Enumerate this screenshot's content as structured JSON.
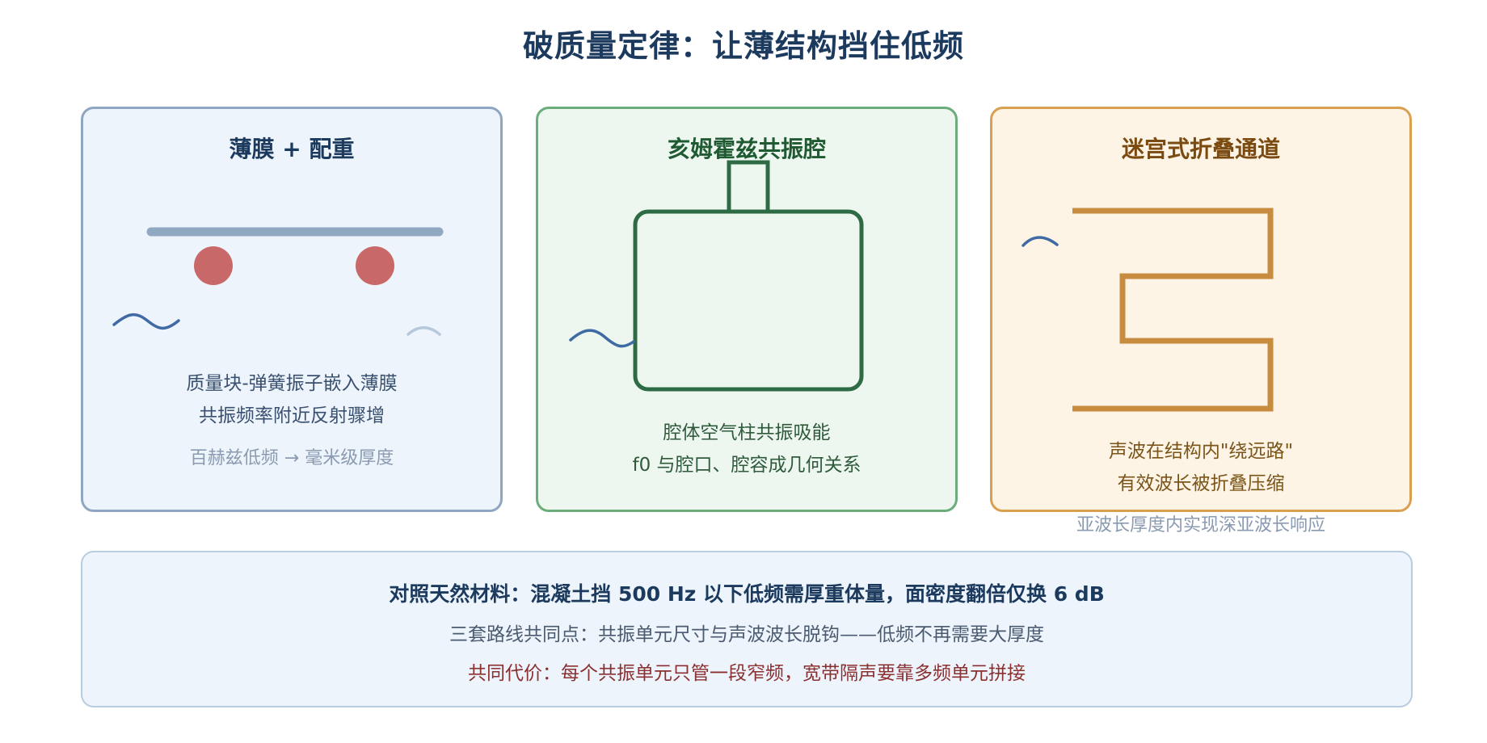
{
  "title": "破质量定律：让薄结构挡住低频",
  "panels": {
    "membrane": {
      "title": "薄膜 + 配重",
      "line1": "质量块-弹簧振子嵌入薄膜",
      "line2": "共振频率附近反射骤增",
      "note": "百赫兹低频 → 毫米级厚度"
    },
    "helmholtz": {
      "title": "亥姆霍兹共振腔",
      "line1": "腔体空气柱共振吸能",
      "line2": "f0 与腔口、腔容成几何关系"
    },
    "labyrinth": {
      "title": "迷宫式折叠通道",
      "line1": "声波在结构内\"绕远路\"",
      "line2": "有效波长被折叠压缩",
      "note": "亚波长厚度内实现深亚波长响应"
    }
  },
  "summary": {
    "line1": "对照天然材料：混凝土挡 500 Hz 以下低频需厚重体量，面密度翻倍仅换 6 dB",
    "line2": "三套路线共同点：共振单元尺寸与声波波长脱钩——低频不再需要大厚度",
    "line3": "共同代价：每个共振单元只管一段窄频，宽带隔声要靠多频单元拼接"
  },
  "colors": {
    "membrane_bar": "#91a8c3",
    "mass": "#c96868",
    "wave": "#3f6aa3",
    "wave_faded": "#b5c8dc",
    "helmholtz_stroke": "#2e6b44",
    "labyrinth_stroke": "#c88c40"
  }
}
